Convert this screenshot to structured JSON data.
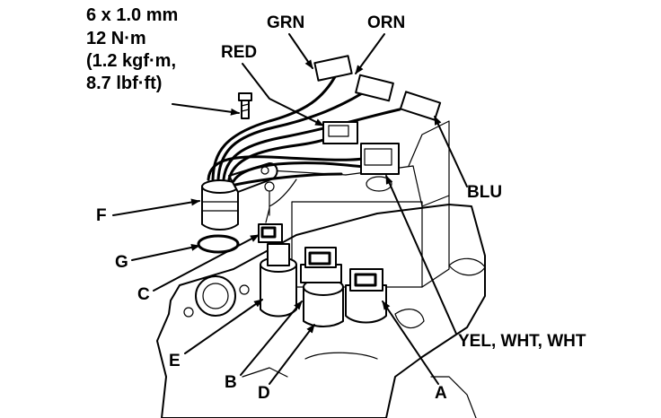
{
  "torque_spec": {
    "line1": "6 x 1.0 mm",
    "line2": "12 N·m",
    "line3": "(1.2 kgf·m,",
    "line4": "8.7 lbf·ft)"
  },
  "wire_labels": {
    "grn": "GRN",
    "orn": "ORN",
    "red": "RED",
    "blu": "BLU",
    "yel_wht_wht": "YEL, WHT, WHT"
  },
  "part_labels": {
    "a": "A",
    "b": "B",
    "c": "C",
    "d": "D",
    "e": "E",
    "f": "F",
    "g": "G"
  }
}
